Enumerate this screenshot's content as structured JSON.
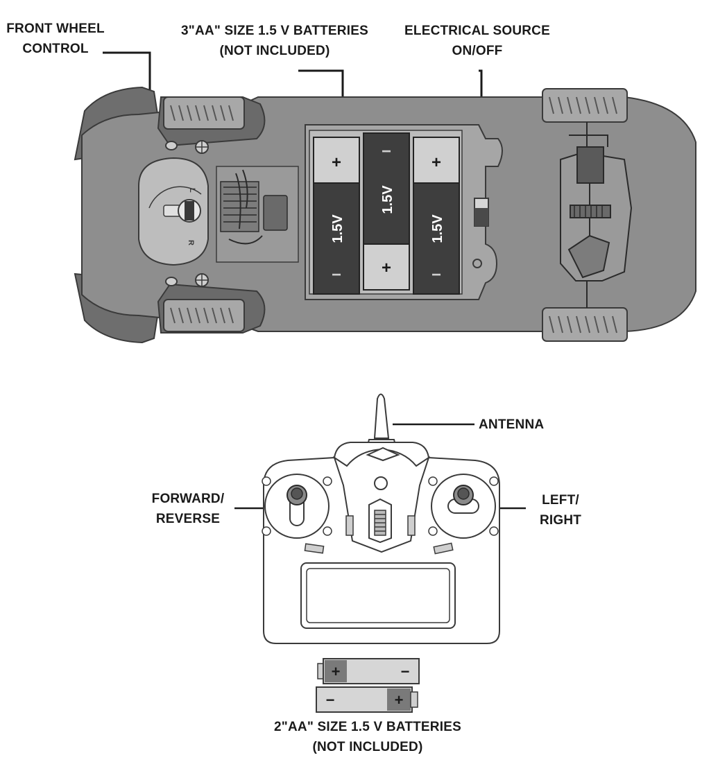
{
  "labels": {
    "front_wheel_control": [
      "FRONT WHEEL",
      "CONTROL"
    ],
    "car_batteries": [
      "3\"AA\" SIZE 1.5 V  BATTERIES",
      "(NOT INCLUDED)"
    ],
    "power_switch": [
      "ELECTRICAL SOURCE",
      "ON/OFF"
    ],
    "antenna": "ANTENNA",
    "forward_reverse": [
      "FORWARD/",
      "REVERSE"
    ],
    "left_right": [
      "LEFT/",
      "RIGHT"
    ],
    "remote_batteries": [
      "2\"AA\" SIZE 1.5 V  BATTERIES",
      "(NOT INCLUDED)"
    ]
  },
  "car_battery_cells": [
    {
      "voltage": "1.5V",
      "top_sign": "+",
      "bottom_sign": "−"
    },
    {
      "voltage": "1.5V",
      "top_sign": "−",
      "bottom_sign": "+"
    },
    {
      "voltage": "1.5V",
      "top_sign": "+",
      "bottom_sign": "−"
    }
  ],
  "remote_battery_cells": [
    {
      "left_sign": "+",
      "right_sign": "−"
    },
    {
      "left_sign": "−",
      "right_sign": "+"
    }
  ],
  "steering_dial": {
    "left_mark": "L",
    "right_mark": "R"
  },
  "colors": {
    "body": "#8e8e8e",
    "body_outline": "#3a3a3a",
    "dark": "#4a4a4a",
    "light": "#cfcfcf",
    "tire": "#a8a8a8"
  }
}
